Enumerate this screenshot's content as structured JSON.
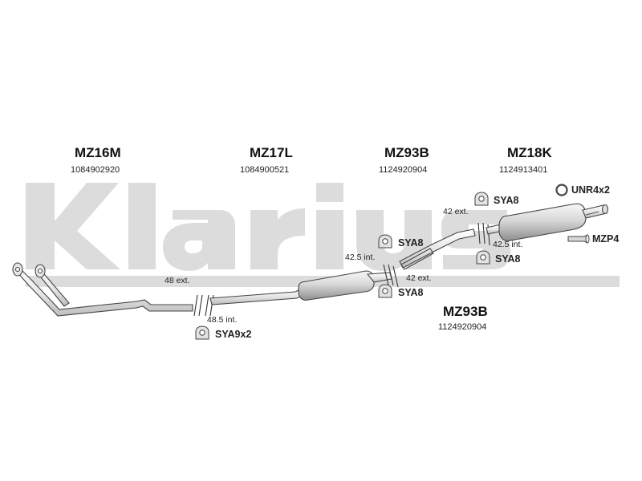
{
  "watermark": {
    "text": "Klarius",
    "color": "#dcdcdc"
  },
  "sections": [
    {
      "code": "MZ16M",
      "number": "1084902920"
    },
    {
      "code": "MZ17L",
      "number": "1084900521"
    },
    {
      "code": "MZ93B",
      "number": "1124920904"
    },
    {
      "code": "MZ18K",
      "number": "1124913401"
    },
    {
      "code": "MZ93B",
      "number": "1124920904"
    }
  ],
  "fittings": [
    {
      "label": "SYA9x2",
      "icon": "hanger-icon"
    },
    {
      "label": "SYA8",
      "icon": "hanger-icon"
    },
    {
      "label": "SYA8",
      "icon": "hanger-icon"
    },
    {
      "label": "SYA8",
      "icon": "hanger-icon"
    },
    {
      "label": "SYA8",
      "icon": "hanger-icon"
    },
    {
      "label": "UNR4x2",
      "icon": "ring-icon"
    },
    {
      "label": "MZP4",
      "icon": "tailpipe-trim-icon"
    }
  ],
  "dimensions": [
    {
      "text": "48 ext."
    },
    {
      "text": "48.5 int."
    },
    {
      "text": "42.5 int."
    },
    {
      "text": "42 ext."
    },
    {
      "text": "42 ext."
    },
    {
      "text": "42.5 int."
    }
  ],
  "colors": {
    "pipe_fill": "#f4f4f4",
    "pipe_stroke": "#444444",
    "text": "#222222"
  }
}
